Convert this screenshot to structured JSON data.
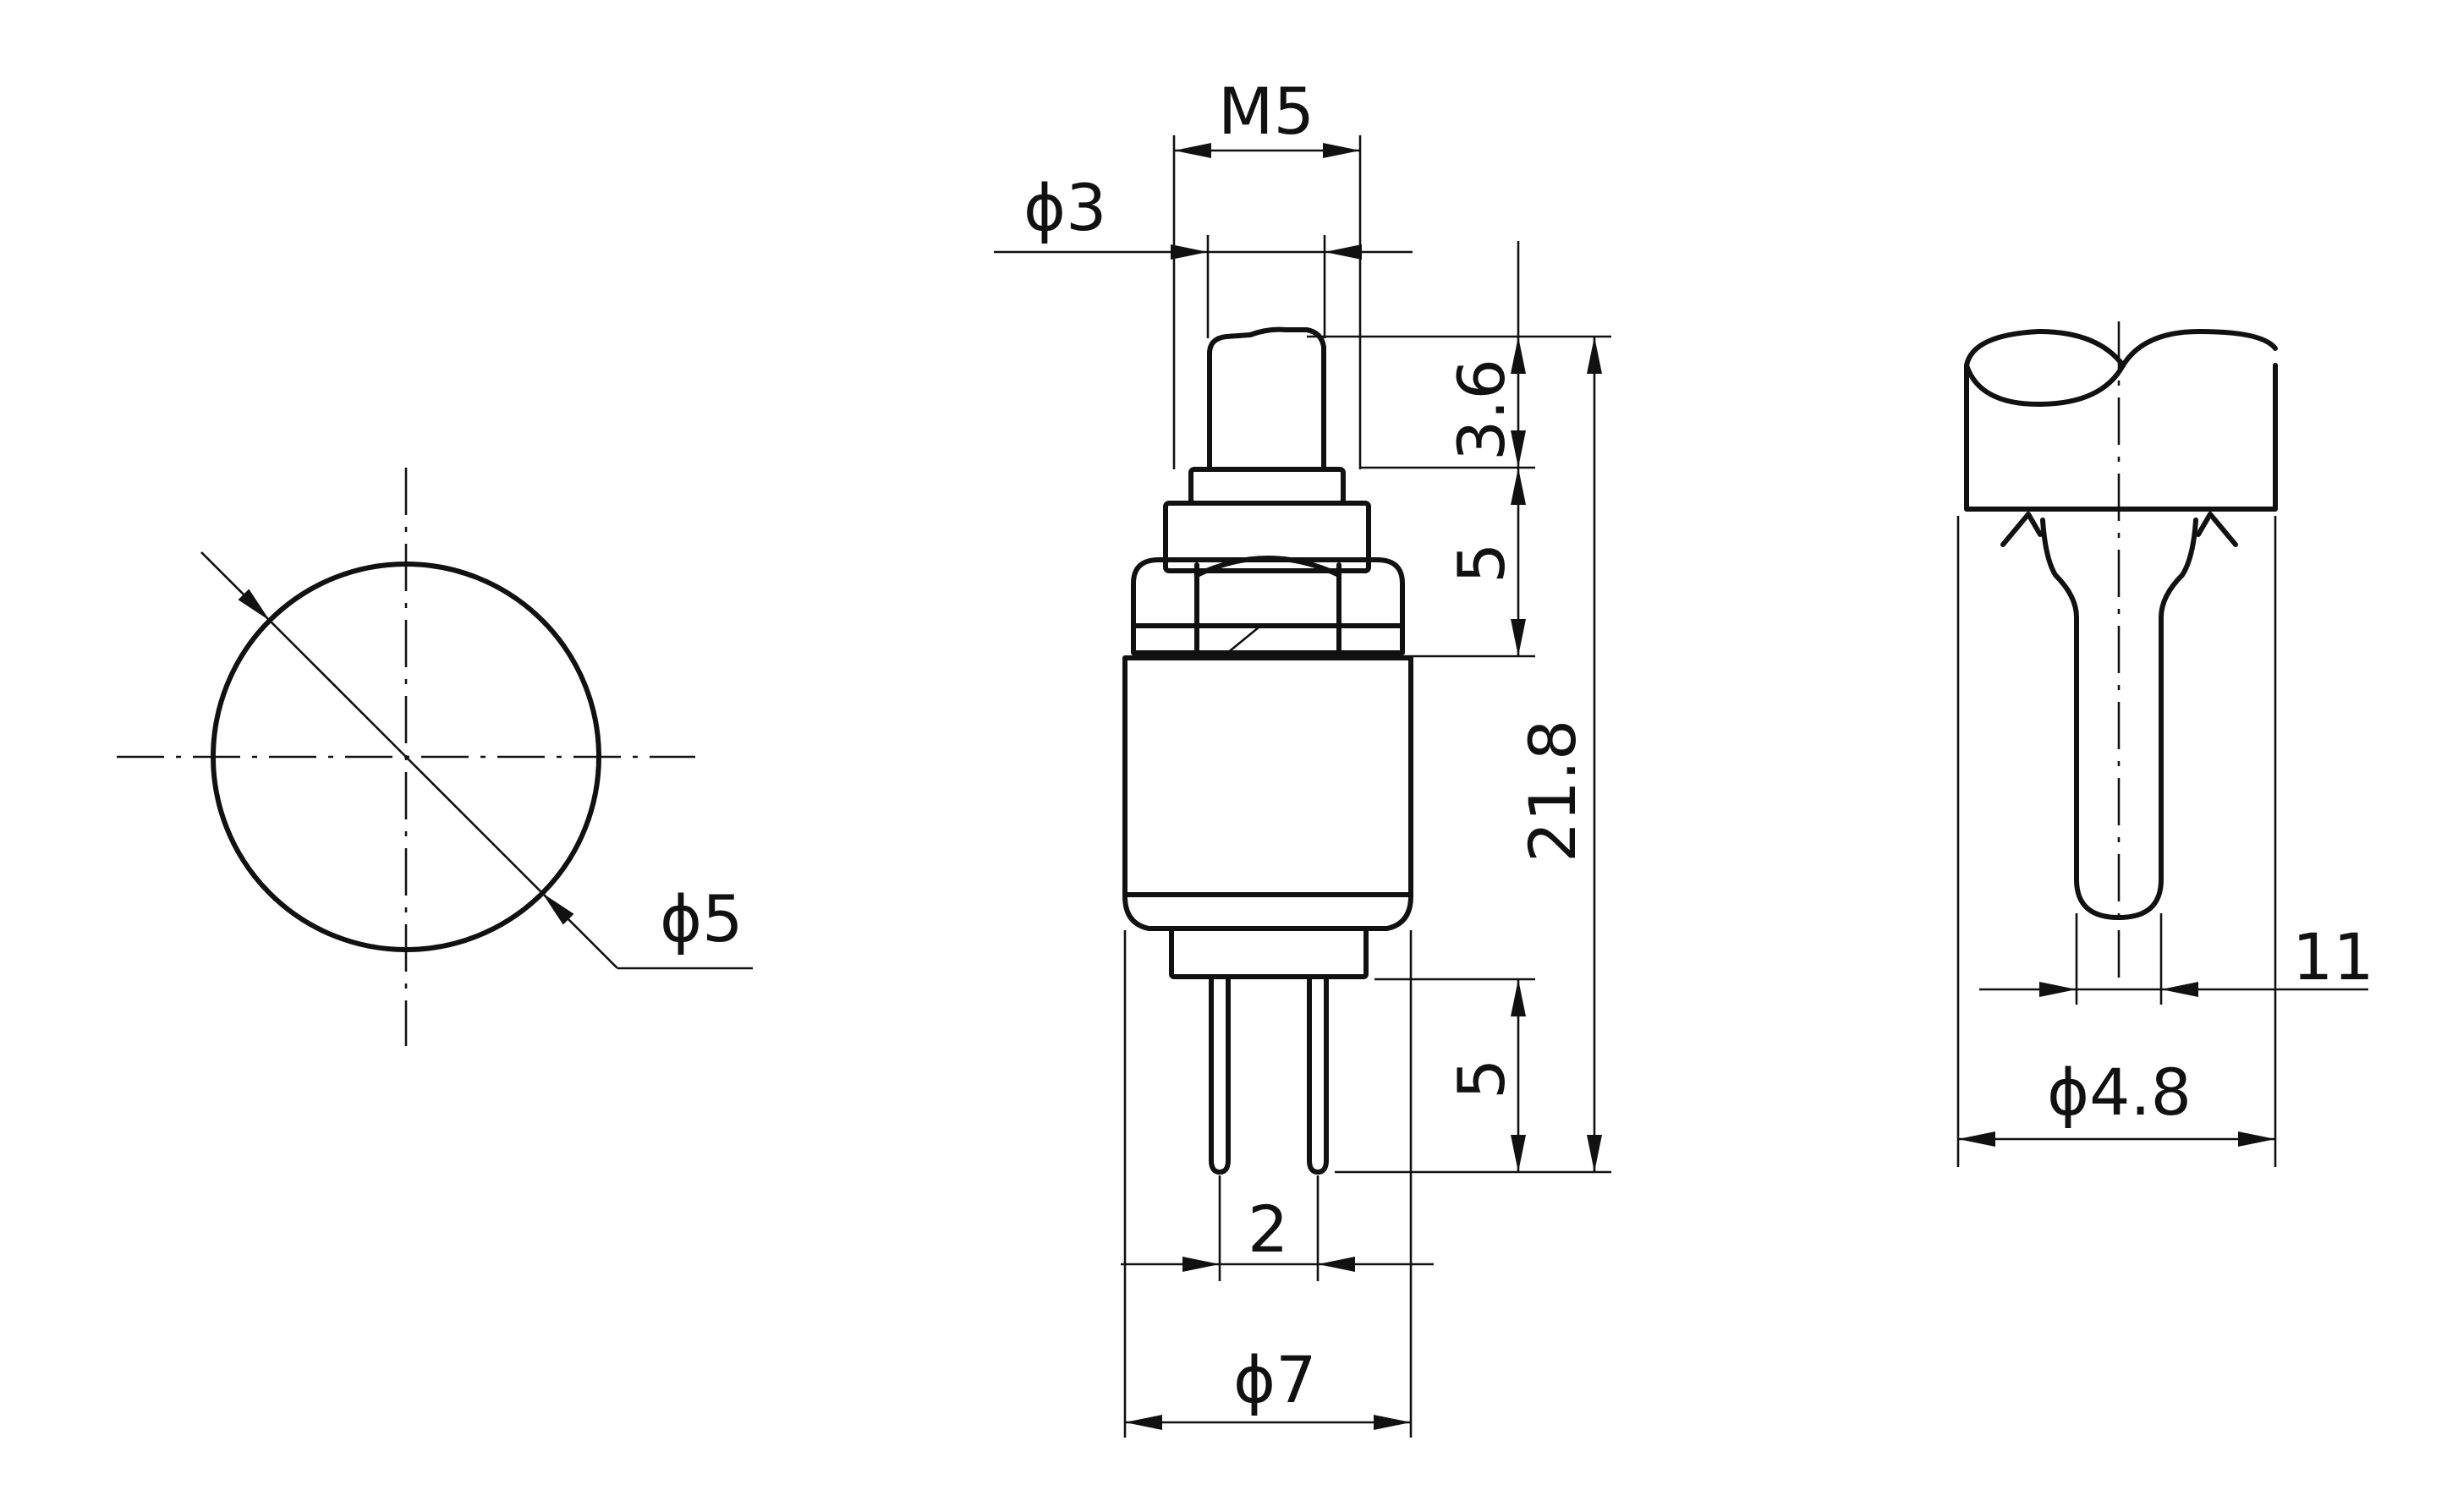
{
  "colors": {
    "background": "#ffffff",
    "line": "#111111"
  },
  "front_view": {
    "diameter_label": "ϕ5"
  },
  "side_view": {
    "thread_label": "M5",
    "plunger_diameter_label": "ϕ3",
    "plunger_height_label": "3.6",
    "bushing_height_label": "5",
    "overall_height_label": "21.8",
    "terminal_length_label": "5",
    "terminal_pitch_label": "2",
    "body_diameter_label": "ϕ7"
  },
  "terminal_view": {
    "width_label": "11",
    "diameter_label": "ϕ4.8"
  }
}
